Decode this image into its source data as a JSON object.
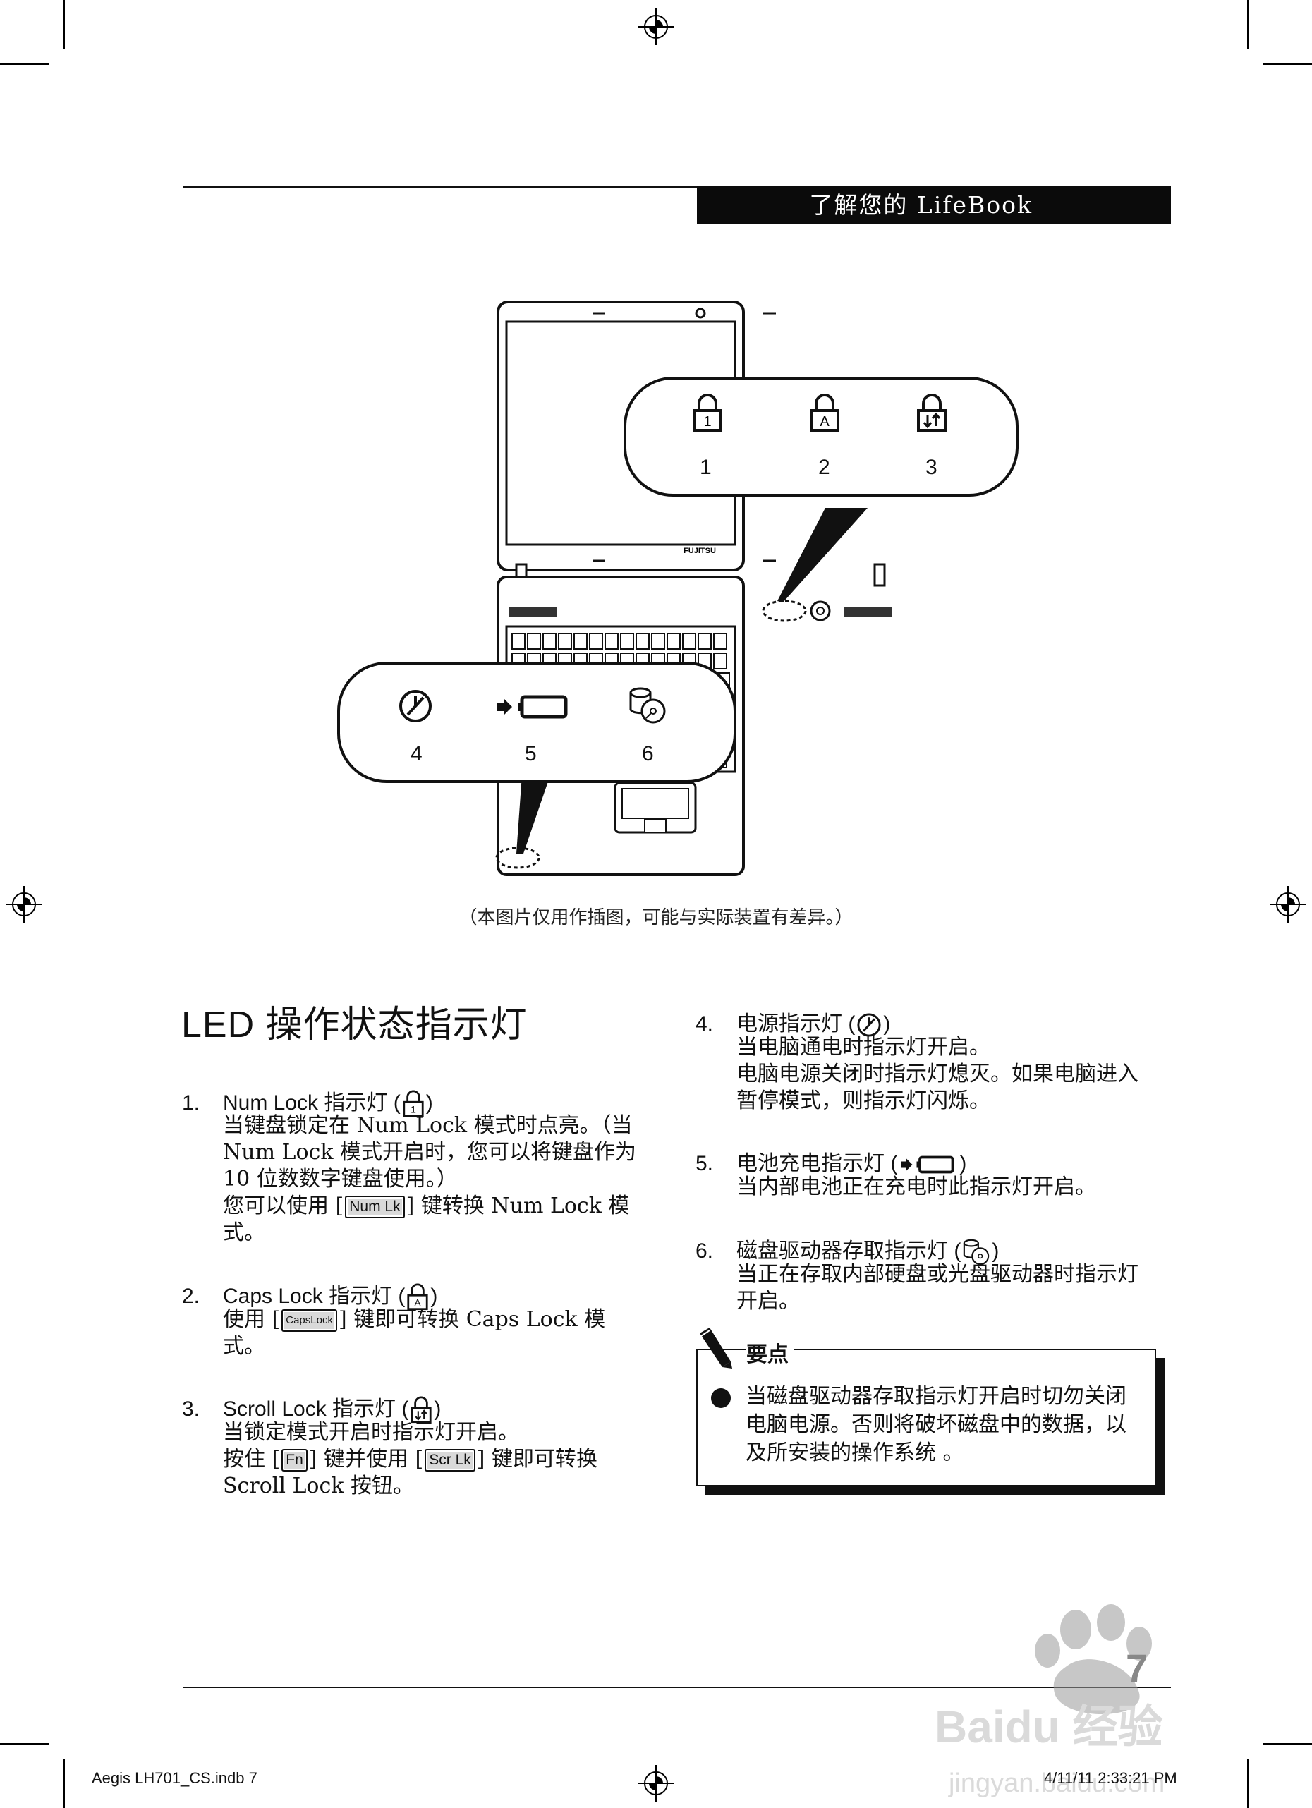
{
  "header": {
    "title": "了解您的 LifeBook"
  },
  "illustration": {
    "brand": "FUJITSU",
    "top_callout": {
      "indicators": [
        {
          "icon": "num-lock-icon",
          "glyph": "1",
          "label": "1"
        },
        {
          "icon": "caps-lock-icon",
          "glyph": "A",
          "label": "2"
        },
        {
          "icon": "scroll-lock-icon",
          "glyph": "↓↑",
          "label": "3"
        }
      ]
    },
    "bottom_callout": {
      "indicators": [
        {
          "icon": "power-icon",
          "label": "4"
        },
        {
          "icon": "battery-charge-icon",
          "label": "5"
        },
        {
          "icon": "disk-access-icon",
          "label": "6"
        }
      ]
    },
    "caption": "（本图片仅用作插图，可能与实际装置有差异。）"
  },
  "section": {
    "title": "LED 操作状态指示灯"
  },
  "items": [
    {
      "num": "1.",
      "title_pre": "Num Lock 指示灯 (",
      "title_post": ")",
      "icon_glyph": "1",
      "lines": [
        "当键盘锁定在 Num Lock 模式时点亮。（当",
        "Num Lock 模式开启时，您可以将键盘作为",
        "10 位数数字键盘使用。）"
      ],
      "line4_pre": "您可以使用 [",
      "key": "Num Lk",
      "line4_post": "] 键转换 Num Lock 模",
      "line5": "式。"
    },
    {
      "num": "2.",
      "title_pre": "Caps Lock 指示灯 (",
      "title_post": ")",
      "icon_glyph": "A",
      "line1_pre": "使用 [",
      "key": "CapsLock",
      "line1_post": "] 键即可转换 Caps Lock 模",
      "line2": "式。"
    },
    {
      "num": "3.",
      "title_pre": "Scroll Lock 指示灯 (",
      "title_post": ")",
      "icon_glyph": "↓↑",
      "line1": "当锁定模式开启时指示灯开启。",
      "line2_a": "按住 [",
      "key1": "Fn",
      "line2_b": "] 键并使用 [",
      "key2": "Scr Lk",
      "line2_c": "] 键即可转换",
      "line3": "Scroll Lock 按钮。"
    },
    {
      "num": "4.",
      "title_pre": "电源指示灯 (",
      "title_post": ")",
      "lines": [
        "当电脑通电时指示灯开启。",
        "电脑电源关闭时指示灯熄灭。如果电脑进入",
        "暂停模式，则指示灯闪烁。"
      ]
    },
    {
      "num": "5.",
      "title_pre": "电池充电指示灯 (",
      "title_post": ")",
      "lines": [
        "当内部电池正在充电时此指示灯开启。"
      ]
    },
    {
      "num": "6.",
      "title_pre": "磁盘驱动器存取指示灯 (",
      "title_post": ")",
      "lines": [
        "当正在存取内部硬盘或光盘驱动器时指示灯",
        "开启。"
      ]
    }
  ],
  "note": {
    "title": "要点",
    "lines": [
      "当磁盘驱动器存取指示灯开启时切勿关闭",
      "电脑电源。否则将破坏磁盘中的数据，以",
      "及所安装的操作系统 。"
    ]
  },
  "page_number": "7",
  "footer": {
    "left": "Aegis LH701_CS.indb   7",
    "right": "4/11/11   2:33:21 PM"
  },
  "watermark": {
    "line1": "Baidu 经验",
    "line2": "jingyan.baidu.com"
  }
}
